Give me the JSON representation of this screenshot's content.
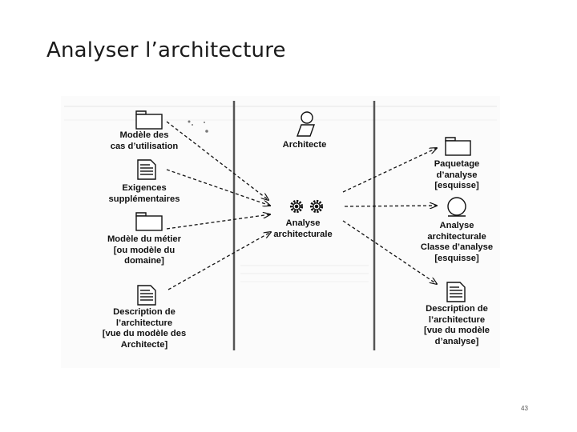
{
  "slide": {
    "title": "Analyser l’architecture",
    "page_number": "43"
  },
  "diagram": {
    "worker": {
      "label": "Architecte"
    },
    "activity": {
      "label": "Analyse\narchitecturale"
    },
    "inputs": [
      {
        "label": "Modèle des\ncas d’utilisation",
        "icon": "package-icon"
      },
      {
        "label": "Exigences\nsupplémentaires",
        "icon": "document-icon"
      },
      {
        "label": "Modèle du métier\n[ou modèle du\ndomaine]",
        "icon": "package-icon"
      },
      {
        "label": "Description de\nl’architecture\n[vue du modèle des\nArchitecte]",
        "icon": "document-icon"
      }
    ],
    "outputs": [
      {
        "label": "Paquetage\nd’analyse\n[esquisse]",
        "icon": "package-icon"
      },
      {
        "label": "Analyse\narchitecturale\nClasse d’analyse\n[esquisse]",
        "icon": "analysis-class-icon"
      },
      {
        "label": "Description de\nl’architecture\n[vue du modèle\nd’analyse]",
        "icon": "document-icon"
      }
    ]
  }
}
